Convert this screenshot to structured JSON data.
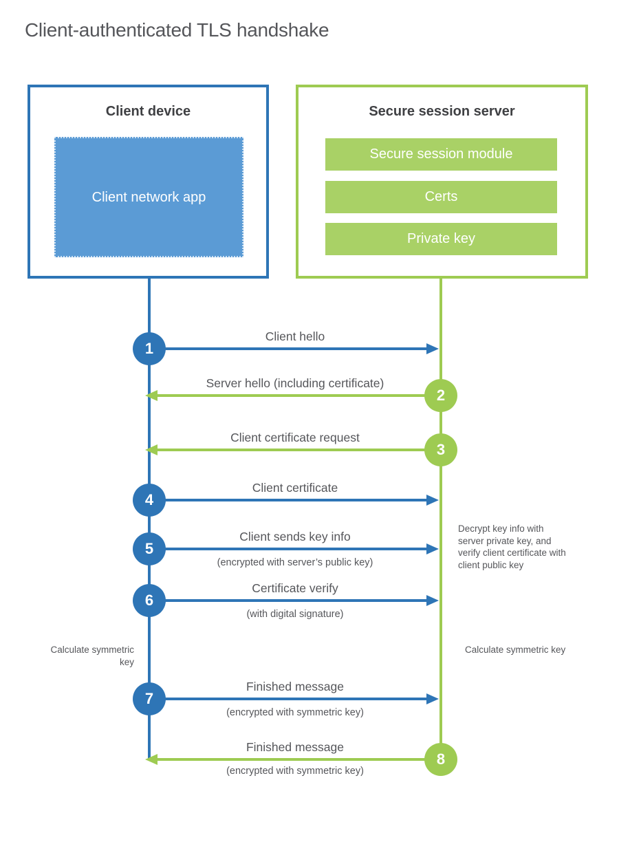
{
  "title": "Client-authenticated TLS handshake",
  "colors": {
    "client_blue": "#2e75b6",
    "client_fill_blue": "#5b9bd5",
    "server_green": "#9ecb52",
    "server_fill_green": "#a9d166",
    "heading_text": "#3f4043",
    "body_text": "#55565a"
  },
  "actors": {
    "client": {
      "title": "Client device",
      "app": "Client network app"
    },
    "server": {
      "title": "Secure session server",
      "modules": [
        "Secure session module",
        "Certs",
        "Private key"
      ]
    }
  },
  "steps": [
    {
      "num": "1",
      "from": "client",
      "to": "server",
      "label": "Client hello"
    },
    {
      "num": "2",
      "from": "server",
      "to": "client",
      "label": "Server hello (including certificate)"
    },
    {
      "num": "3",
      "from": "server",
      "to": "client",
      "label": "Client certificate request"
    },
    {
      "num": "4",
      "from": "client",
      "to": "server",
      "label": "Client certificate"
    },
    {
      "num": "5",
      "from": "client",
      "to": "server",
      "label": "Client sends key info",
      "sublabel": "(encrypted with server’s public key)"
    },
    {
      "num": "6",
      "from": "client",
      "to": "server",
      "label": "Certificate verify",
      "sublabel": "(with digital signature)"
    },
    {
      "num": "7",
      "from": "client",
      "to": "server",
      "label": "Finished message",
      "sublabel": "(encrypted with symmetric key)"
    },
    {
      "num": "8",
      "from": "server",
      "to": "client",
      "label": "Finished message",
      "sublabel": "(encrypted with symmetric key)"
    }
  ],
  "notes": {
    "client_calculate": "Calculate symmetric key",
    "server_calculate": "Calculate symmetric key",
    "server_decrypt": "Decrypt key info with server private key, and verify client certificate with client public key"
  }
}
